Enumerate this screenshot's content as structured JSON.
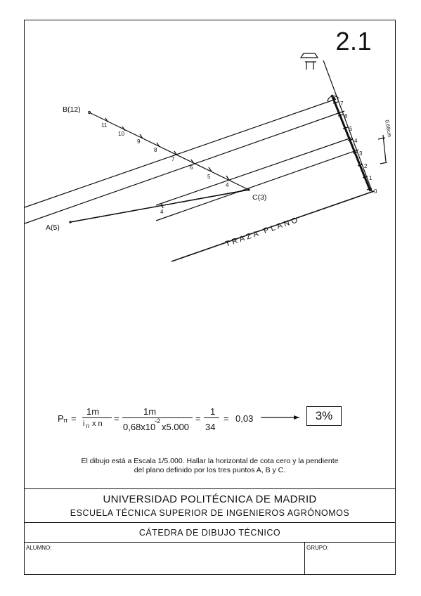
{
  "exercise_number": "2.1",
  "points": {
    "a": "A(5)",
    "b": "B(12)",
    "c": "C(3)"
  },
  "ab_marks": [
    "11",
    "10",
    "9",
    "8",
    "7",
    "6",
    "5",
    "4"
  ],
  "ac_mark": "4",
  "scale_marks": [
    "0",
    "1",
    "2",
    "3",
    "4",
    "5",
    "6",
    "7"
  ],
  "spacing_label": "0,68cm",
  "trace_label": "TRAZA PLANO",
  "formula": {
    "p_symbol": "P",
    "p_sub": "π",
    "eq": "=",
    "num1": "1m",
    "den1_a": "i",
    "den1_sub": "π",
    "den1_b": "x n",
    "num2": "1m",
    "den2_a": "0,68x10",
    "den2_exp": "-2",
    "den2_b": "x5.000",
    "num3": "1",
    "den3": "34",
    "value": "0,03",
    "result": "3%"
  },
  "statement_line1": "El dibujo está a Escala 1/5.000. Hallar la horizontal de cota cero y la pendiente",
  "statement_line2": "del plano definido por los tres puntos A, B y C.",
  "title_block": {
    "university": "UNIVERSIDAD POLITÉCNICA DE MADRID",
    "school": "ESCUELA TÉCNICA SUPERIOR DE INGENIEROS AGRÓNOMOS",
    "department": "CÁTEDRA DE DIBUJO TÉCNICO",
    "student_label": "ALUMNO:",
    "group_label": "GRUPO:"
  }
}
